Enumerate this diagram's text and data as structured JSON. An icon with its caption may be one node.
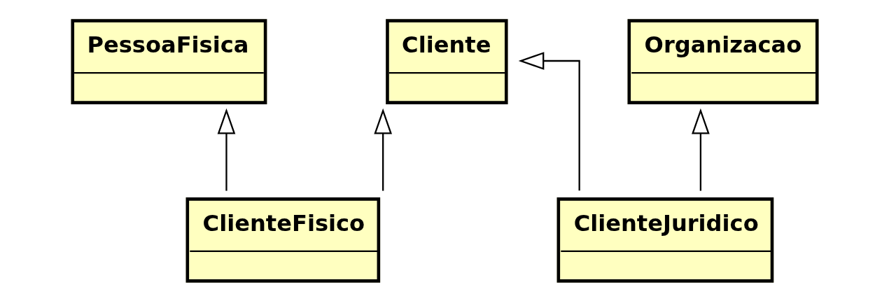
{
  "diagram": {
    "nodes": [
      {
        "text": [
          "PessoaFisica"
        ]
      },
      {
        "text": [
          "Cliente"
        ]
      },
      {
        "text": [
          "Organizacao"
        ]
      },
      {
        "text": [
          "ClienteFisico"
        ]
      },
      {
        "text": [
          "ClienteJuridico"
        ]
      }
    ],
    "edges": [
      {
        "from": 3,
        "to": 0,
        "arrow": "to"
      },
      {
        "from": 3,
        "to": 1,
        "arrow": "to"
      },
      {
        "from": 4,
        "to": 1,
        "arrow": "to"
      },
      {
        "from": 4,
        "to": 2,
        "arrow": "to"
      }
    ]
  }
}
